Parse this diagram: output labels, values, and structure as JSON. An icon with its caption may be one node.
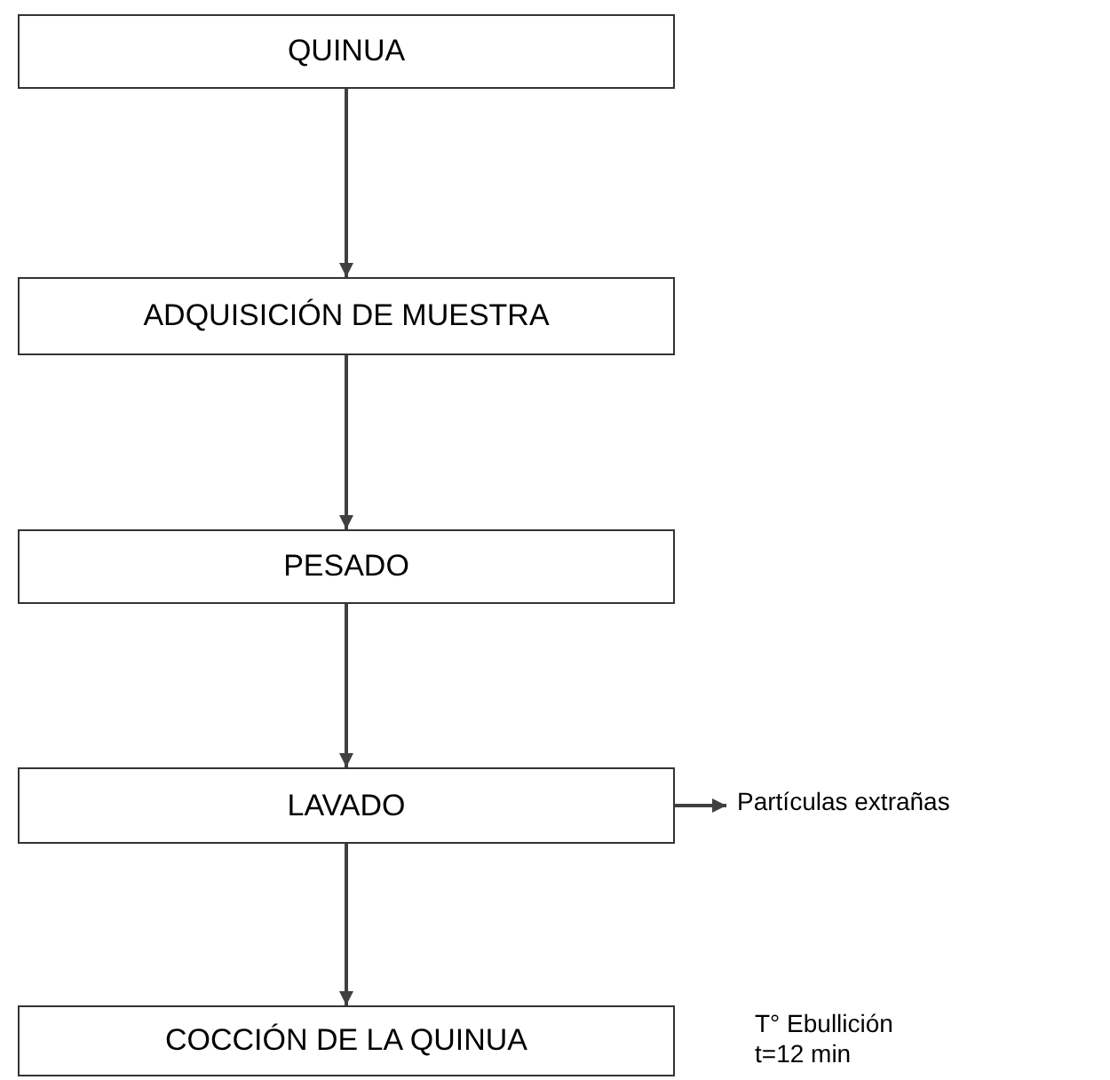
{
  "diagram": {
    "nodes": [
      {
        "text": [
          "QUINUA"
        ]
      },
      {
        "text": [
          "ADQUISICIÓN DE MUESTRA"
        ]
      },
      {
        "text": [
          "PESADO"
        ]
      },
      {
        "text": [
          "LAVADO"
        ]
      },
      {
        "text": [
          "COCCIÓN DE LA QUINUA"
        ],
        "beside": [
          "T° Ebullición t=12 min"
        ]
      },
      {
        "text": [
          "Partículas extrañas"
        ]
      }
    ],
    "edges": [
      {
        "from": 0,
        "to": 1,
        "arrow": "to"
      },
      {
        "from": 1,
        "to": 2,
        "arrow": "to"
      },
      {
        "from": 2,
        "to": 3,
        "arrow": "to"
      },
      {
        "from": 3,
        "to": 4,
        "arrow": "to"
      },
      {
        "from": 3,
        "to": 5,
        "arrow": "to"
      }
    ]
  }
}
